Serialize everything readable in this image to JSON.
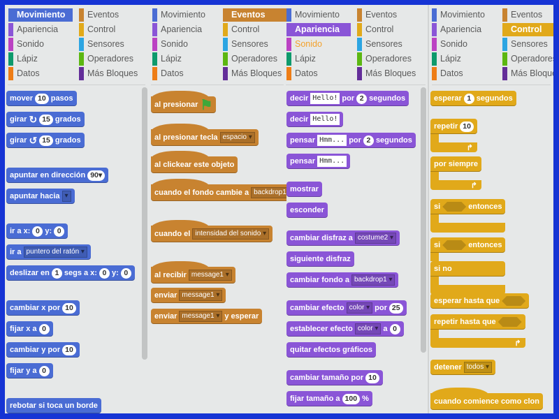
{
  "colors": {
    "border": "#1634d4",
    "background": "#e6e8e8",
    "Movimiento": "#4a6cd4",
    "Eventos": "#c88330",
    "Apariencia": "#8a55d7",
    "Sonido": "#bb42c3",
    "Lápiz": "#0e9a6c",
    "Control": "#e1a91a",
    "Sensores": "#2ca5e2",
    "Operadores": "#5cb712",
    "Datos": "#ee7d16",
    "Más Bloques": "#632d99",
    "hover": "#f3a12b"
  },
  "categories": [
    [
      "Movimiento",
      "Eventos"
    ],
    [
      "Apariencia",
      "Control"
    ],
    [
      "Sonido",
      "Sensores"
    ],
    [
      "Lápiz",
      "Operadores"
    ],
    [
      "Datos",
      "Más Bloques"
    ]
  ],
  "panels": [
    {
      "selected": "Movimiento",
      "hover": "",
      "blocks": [
        {
          "shape": "stack",
          "parts": [
            {
              "t": "mover"
            },
            {
              "n": "10"
            },
            {
              "t": "pasos"
            }
          ]
        },
        {
          "shape": "stack",
          "parts": [
            {
              "t": "girar"
            },
            {
              "i": "rotate-clockwise-icon",
              "g": "↻"
            },
            {
              "n": "15"
            },
            {
              "t": "grados"
            }
          ]
        },
        {
          "shape": "stack",
          "parts": [
            {
              "t": "girar"
            },
            {
              "i": "rotate-counterclockwise-icon",
              "g": "↺"
            },
            {
              "n": "15"
            },
            {
              "t": "grados"
            }
          ]
        },
        {
          "shape": "stack",
          "parts": [
            {
              "t": "apuntar en dirección"
            },
            {
              "n": "90▾"
            }
          ]
        },
        {
          "shape": "stack",
          "parts": [
            {
              "t": "apuntar hacia"
            },
            {
              "d": ""
            }
          ]
        },
        {
          "shape": "stack",
          "parts": [
            {
              "t": "ir a x:"
            },
            {
              "n": "0"
            },
            {
              "t": "y:"
            },
            {
              "n": "0"
            }
          ]
        },
        {
          "shape": "stack",
          "parts": [
            {
              "t": "ir a"
            },
            {
              "d": "puntero del ratón"
            }
          ]
        },
        {
          "shape": "stack",
          "parts": [
            {
              "t": "deslizar en"
            },
            {
              "n": "1"
            },
            {
              "t": "segs a x:"
            },
            {
              "n": "0"
            },
            {
              "t": "y:"
            },
            {
              "n": "0"
            }
          ]
        },
        {
          "shape": "stack",
          "parts": [
            {
              "t": "cambiar x por"
            },
            {
              "n": "10"
            }
          ]
        },
        {
          "shape": "stack",
          "parts": [
            {
              "t": "fijar x a"
            },
            {
              "n": "0"
            }
          ]
        },
        {
          "shape": "stack",
          "parts": [
            {
              "t": "cambiar y por"
            },
            {
              "n": "10"
            }
          ]
        },
        {
          "shape": "stack",
          "parts": [
            {
              "t": "fijar y a"
            },
            {
              "n": "0"
            }
          ]
        },
        {
          "shape": "stack",
          "parts": [
            {
              "t": "rebotar si toca un borde"
            }
          ]
        }
      ]
    },
    {
      "selected": "Eventos",
      "hover": "",
      "blocks": [
        {
          "shape": "hat",
          "parts": [
            {
              "t": "al presionar"
            },
            {
              "i": "green-flag-icon",
              "g": "⚑"
            }
          ]
        },
        {
          "shape": "hat",
          "parts": [
            {
              "t": "al presionar tecla"
            },
            {
              "d": "espacio"
            }
          ]
        },
        {
          "shape": "hat",
          "parts": [
            {
              "t": "al clickear este objeto"
            }
          ]
        },
        {
          "shape": "hat",
          "parts": [
            {
              "t": "cuando el fondo cambie a"
            },
            {
              "d": "backdrop1"
            }
          ]
        },
        {
          "shape": "hat",
          "parts": [
            {
              "t": "cuando el"
            },
            {
              "d": "intensidad del sonido"
            }
          ]
        },
        {
          "shape": "hat",
          "parts": [
            {
              "t": "al recibir"
            },
            {
              "d": "message1"
            }
          ]
        },
        {
          "shape": "stack",
          "parts": [
            {
              "t": "enviar"
            },
            {
              "d": "message1"
            }
          ]
        },
        {
          "shape": "stack",
          "parts": [
            {
              "t": "enviar"
            },
            {
              "d": "message1"
            },
            {
              "t": "y esperar"
            }
          ]
        }
      ]
    },
    {
      "selected": "Apariencia",
      "hover": "Sonido",
      "blocks": [
        {
          "shape": "stack",
          "parts": [
            {
              "t": "decir"
            },
            {
              "s": "Hello!"
            },
            {
              "t": "por"
            },
            {
              "n": "2"
            },
            {
              "t": "segundos"
            }
          ]
        },
        {
          "shape": "stack",
          "parts": [
            {
              "t": "decir"
            },
            {
              "s": "Hello!"
            }
          ]
        },
        {
          "shape": "stack",
          "parts": [
            {
              "t": "pensar"
            },
            {
              "s": "Hmm..."
            },
            {
              "t": "por"
            },
            {
              "n": "2"
            },
            {
              "t": "segundos"
            }
          ]
        },
        {
          "shape": "stack",
          "parts": [
            {
              "t": "pensar"
            },
            {
              "s": "Hmm..."
            }
          ]
        },
        {
          "shape": "stack",
          "parts": [
            {
              "t": "mostrar"
            }
          ]
        },
        {
          "shape": "stack",
          "parts": [
            {
              "t": "esconder"
            }
          ]
        },
        {
          "shape": "stack",
          "parts": [
            {
              "t": "cambiar disfraz a"
            },
            {
              "d": "costume2"
            }
          ]
        },
        {
          "shape": "stack",
          "parts": [
            {
              "t": "siguiente disfraz"
            }
          ]
        },
        {
          "shape": "stack",
          "parts": [
            {
              "t": "cambiar fondo a"
            },
            {
              "d": "backdrop1"
            }
          ]
        },
        {
          "shape": "stack",
          "parts": [
            {
              "t": "cambiar efecto"
            },
            {
              "d": "color"
            },
            {
              "t": "por"
            },
            {
              "n": "25"
            }
          ]
        },
        {
          "shape": "stack",
          "parts": [
            {
              "t": "establecer efecto"
            },
            {
              "d": "color"
            },
            {
              "t": "a"
            },
            {
              "n": "0"
            }
          ]
        },
        {
          "shape": "stack",
          "parts": [
            {
              "t": "quitar efectos gráficos"
            }
          ]
        },
        {
          "shape": "stack",
          "parts": [
            {
              "t": "cambiar tamaño por"
            },
            {
              "n": "10"
            }
          ]
        },
        {
          "shape": "stack",
          "parts": [
            {
              "t": "fijar tamaño a"
            },
            {
              "n": "100"
            },
            {
              "t": "%"
            }
          ]
        }
      ]
    },
    {
      "selected": "Control",
      "hover": "",
      "blocks": [
        {
          "shape": "stack",
          "parts": [
            {
              "t": "esperar"
            },
            {
              "n": "1"
            },
            {
              "t": "segundos"
            }
          ]
        },
        {
          "shape": "c",
          "loop": true,
          "parts": [
            {
              "t": "repetir"
            },
            {
              "n": "10"
            }
          ]
        },
        {
          "shape": "c",
          "loop": true,
          "parts": [
            {
              "t": "por siempre"
            }
          ]
        },
        {
          "shape": "c",
          "loop": false,
          "parts": [
            {
              "t": "si"
            },
            {
              "b": ""
            },
            {
              "t": "entonces"
            }
          ]
        },
        {
          "shape": "ifelse",
          "else": "si no",
          "parts": [
            {
              "t": "si"
            },
            {
              "b": ""
            },
            {
              "t": "entonces"
            }
          ]
        },
        {
          "shape": "stack",
          "parts": [
            {
              "t": "esperar hasta que"
            },
            {
              "b": ""
            }
          ]
        },
        {
          "shape": "c",
          "loop": true,
          "parts": [
            {
              "t": "repetir hasta que"
            },
            {
              "b": ""
            }
          ]
        },
        {
          "shape": "stack",
          "parts": [
            {
              "t": "detener"
            },
            {
              "d": "todos"
            }
          ]
        },
        {
          "shape": "hat",
          "parts": [
            {
              "t": "cuando comience como clon"
            }
          ]
        }
      ]
    }
  ]
}
